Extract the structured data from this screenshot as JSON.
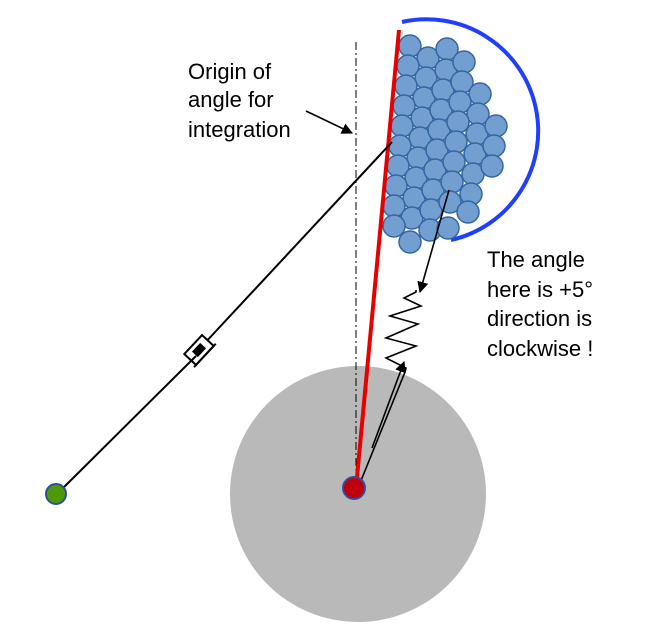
{
  "annotations": {
    "origin_label": [
      "Origin of",
      "angle for",
      "integration"
    ],
    "angle_label": [
      "The angle",
      "here is +5°",
      "direction is",
      "clockwise !"
    ]
  },
  "colors": {
    "base_disc": "#b9b9b9",
    "pivot": "#c0000f",
    "pivot_outline": "#2e4f99",
    "lever_line": "#e60000",
    "particle_fill": "#729fcf",
    "particle_outline": "#3465a4",
    "container_arc": "#1f3fff",
    "anchor": "#4e9a06",
    "ink": "#000000"
  },
  "scene": {
    "lever_tilt_deg": 5,
    "angle_direction": "clockwise"
  }
}
